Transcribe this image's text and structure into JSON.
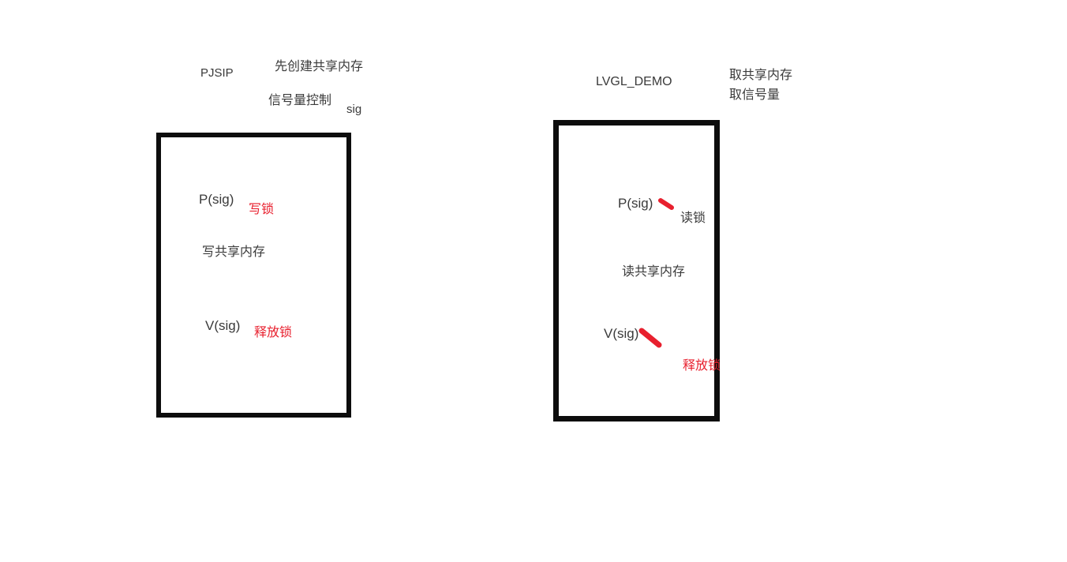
{
  "canvas": {
    "colors": {
      "bg": "#ffffff",
      "ink": "#3a3a3a",
      "red": "#e8202e",
      "box_border": "#0d0d0d"
    }
  },
  "pjsip": {
    "title": "PJSIP",
    "note_create": "先创建共享内存",
    "note_semaphore": "信号量控制",
    "note_sig": "sig",
    "p_call": "P(sig)",
    "p_note": "写锁",
    "action": "写共享内存",
    "v_call": "V(sig)",
    "v_note": "释放锁"
  },
  "lvgl": {
    "title": "LVGL_DEMO",
    "note_get_shm": "取共享内存",
    "note_get_sem": "取信号量",
    "p_call": "P(sig)",
    "p_note": "读锁",
    "action": "读共享内存",
    "v_call": "V(sig)",
    "v_note": "释放锁"
  }
}
